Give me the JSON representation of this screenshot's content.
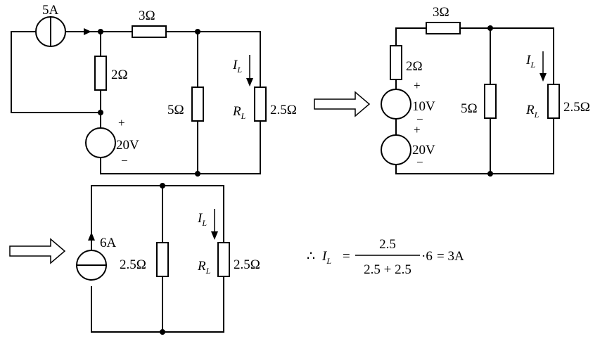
{
  "circuit1": {
    "current_source": "5A",
    "series_resistor": "3Ω",
    "left_resistor": "2Ω",
    "voltage_source": "20V",
    "middle_resistor": "5Ω",
    "load_resistor": "2.5Ω",
    "load_current": "I",
    "load_current_sub": "L",
    "load_name": "R",
    "load_name_sub": "L",
    "plus": "+",
    "minus": "−"
  },
  "circuit2": {
    "series_resistor": "3Ω",
    "left_resistor": "2Ω",
    "voltage_source_upper": "10V",
    "voltage_source_lower": "20V",
    "middle_resistor": "5Ω",
    "load_resistor": "2.5Ω",
    "load_current": "I",
    "load_current_sub": "L",
    "load_name": "R",
    "load_name_sub": "L",
    "plus": "+",
    "minus": "−"
  },
  "circuit3": {
    "current_source": "6A",
    "parallel_resistor": "2.5Ω",
    "load_resistor": "2.5Ω",
    "load_current": "I",
    "load_current_sub": "L",
    "load_name": "R",
    "load_name_sub": "L"
  },
  "formula": {
    "therefore": "∴",
    "lhs": "I",
    "lhs_sub": "L",
    "equals": "=",
    "numerator": "2.5",
    "denominator": "2.5 + 2.5",
    "times": "·6",
    "result": "= 3A"
  }
}
